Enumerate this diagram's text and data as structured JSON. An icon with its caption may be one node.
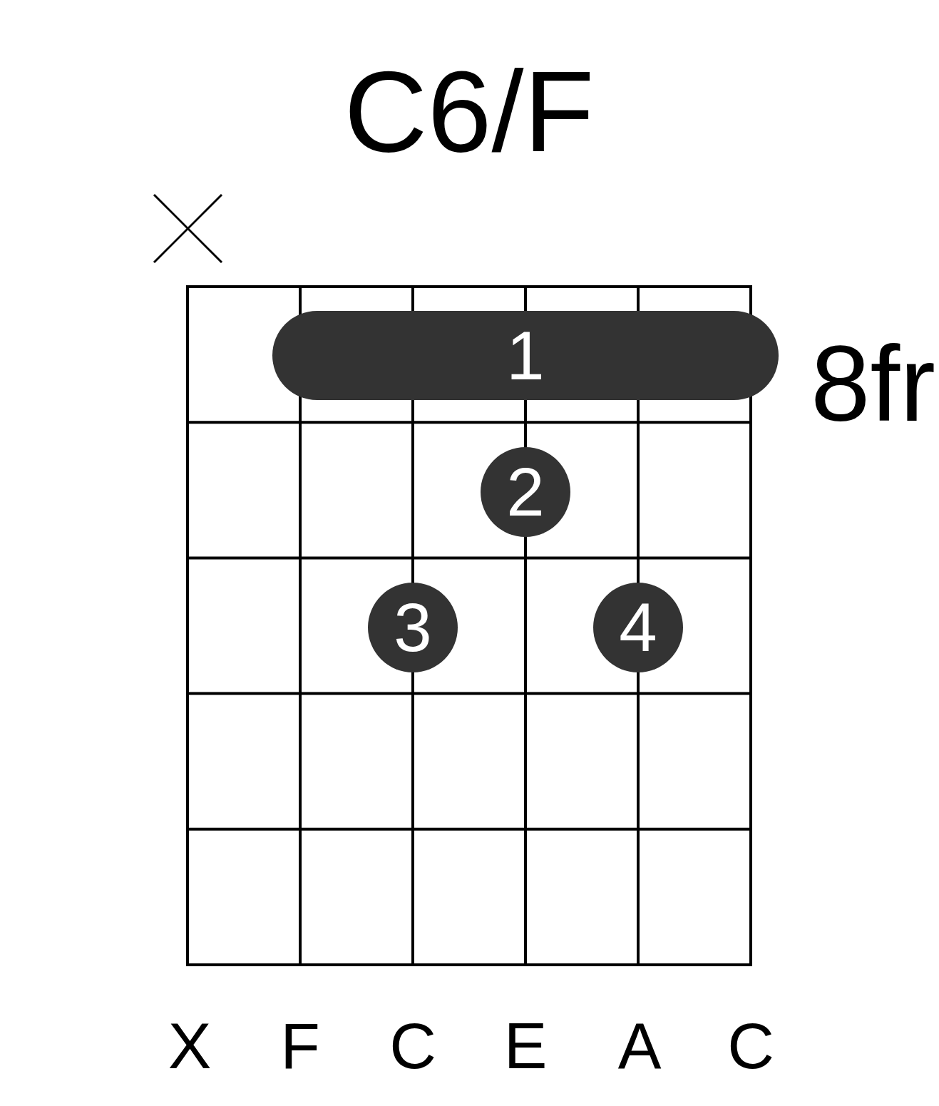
{
  "diagram": {
    "title": "C6/F",
    "nodes": [
      {
        "text": [
          "1"
        ]
      },
      {
        "text": [
          "2"
        ]
      },
      {
        "text": [
          "3"
        ]
      },
      {
        "text": [
          "4"
        ]
      }
    ],
    "labels": [
      "8fr",
      "X",
      "F",
      "C",
      "E",
      "A",
      "C"
    ]
  }
}
